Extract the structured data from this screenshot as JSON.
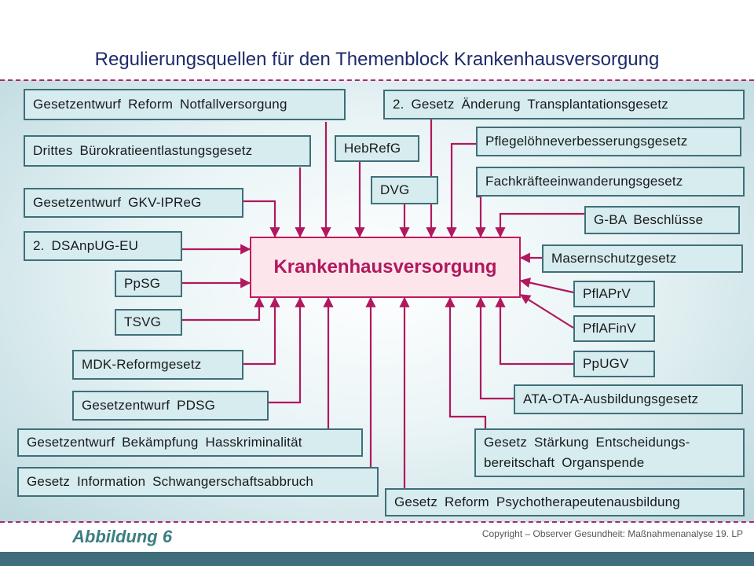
{
  "title": "Regulierungsquellen für den Themenblock Krankenhausversorgung",
  "center_label": "Krankenhausversorgung",
  "sources": [
    {
      "id": "notfall",
      "label": "Gesetzentwurf  Reform  Notfallversorgung"
    },
    {
      "id": "buerokratie",
      "label": "Drittes  Bürokratieentlastungsgesetz"
    },
    {
      "id": "ipreg",
      "label": "Gesetzentwurf  GKV-IPReG"
    },
    {
      "id": "dsanpug",
      "label": "2.  DSAnpUG-EU"
    },
    {
      "id": "ppsg",
      "label": "PpSG"
    },
    {
      "id": "tsvg",
      "label": "TSVG"
    },
    {
      "id": "mdk",
      "label": "MDK-Reformgesetz"
    },
    {
      "id": "pdsg",
      "label": "Gesetzentwurf  PDSG"
    },
    {
      "id": "hass",
      "label": "Gesetzentwurf  Bekämpfung  Hasskriminalität"
    },
    {
      "id": "schwanger",
      "label": "Gesetz  Information  Schwangerschaftsabbruch"
    },
    {
      "id": "hebref",
      "label": "HebRefG"
    },
    {
      "id": "dvg",
      "label": "DVG"
    },
    {
      "id": "transplant",
      "label": "2.  Gesetz  Änderung  Transplantationsgesetz"
    },
    {
      "id": "pflegeloehne",
      "label": "Pflegelöhneverbesserungsgesetz"
    },
    {
      "id": "fachkraefte",
      "label": "Fachkräfteeinwanderungsgesetz"
    },
    {
      "id": "gba",
      "label": "G-BA  Beschlüsse"
    },
    {
      "id": "masern",
      "label": "Masernschutzgesetz"
    },
    {
      "id": "pflaprv",
      "label": "PflAPrV"
    },
    {
      "id": "pflafinv",
      "label": "PflAFinV"
    },
    {
      "id": "ppugv",
      "label": "PpUGV"
    },
    {
      "id": "ataota",
      "label": "ATA-OTA-Ausbildungsgesetz"
    },
    {
      "id": "organspende",
      "label": "Gesetz  Stärkung  Entscheidungs-bereitschaft  Organspende"
    },
    {
      "id": "psycho",
      "label": "Gesetz  Reform  Psychotherapeutenausbildung"
    }
  ],
  "caption": "Abbildung 6",
  "copyright": "Copyright – Observer Gesundheit: Maßnahmenanalyse 19. LP",
  "colors": {
    "accent": "#b0195e",
    "box_fill": "#d6ecef",
    "box_border": "#3f6f78",
    "title": "#1f2a6b",
    "caption": "#3a7f82"
  }
}
